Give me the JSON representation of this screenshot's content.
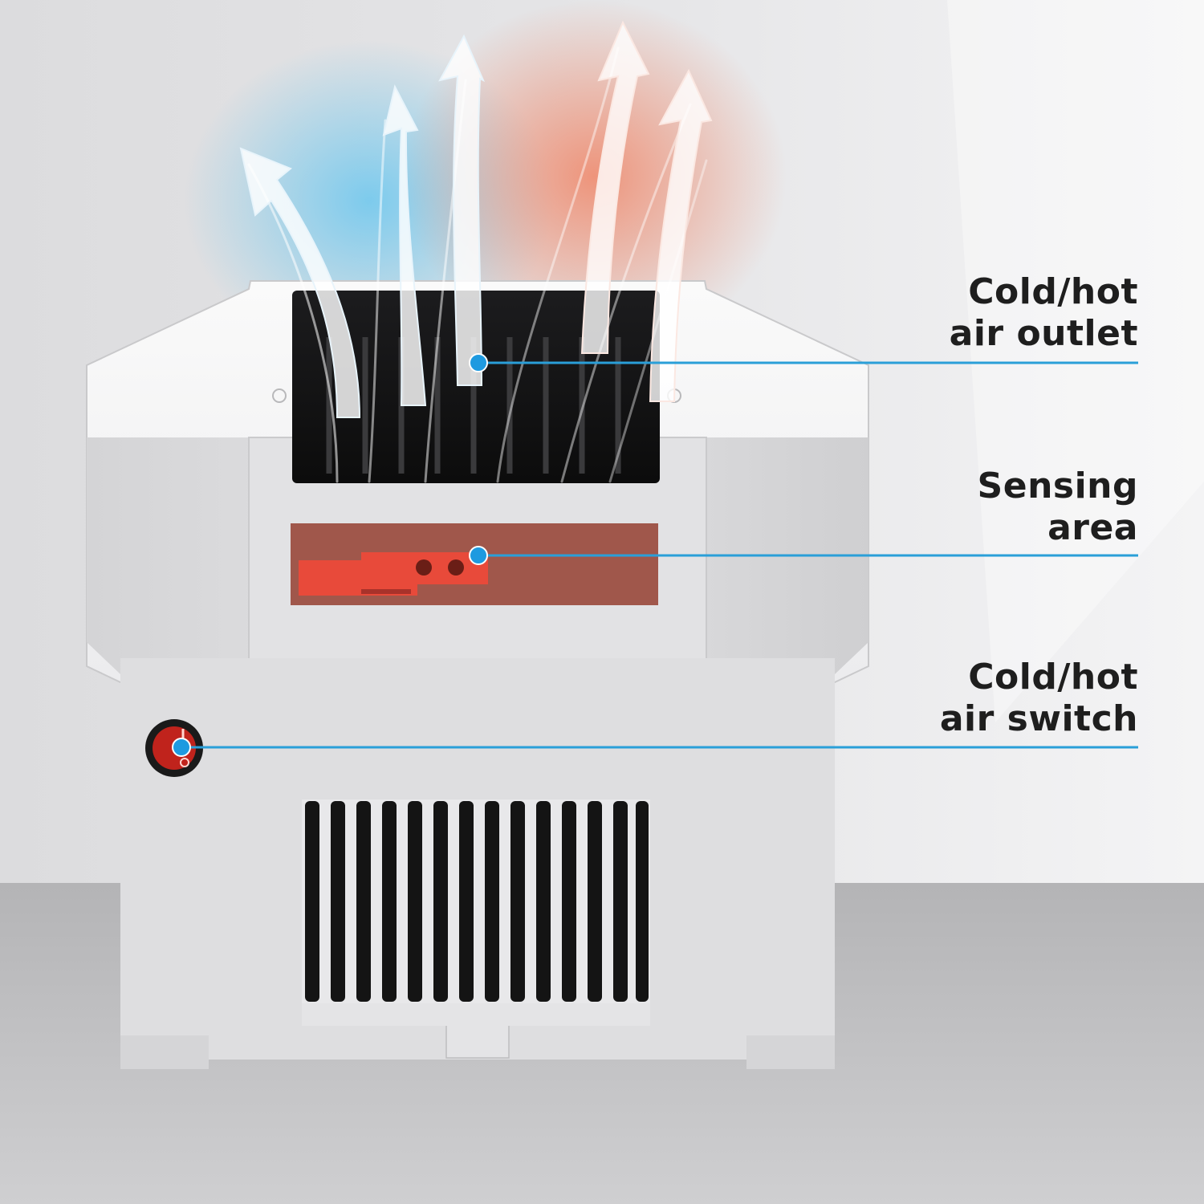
{
  "callouts": [
    {
      "line1": "Cold/hot",
      "line2": "air outlet"
    },
    {
      "line1": "Sensing",
      "line2": "area"
    },
    {
      "line1": "Cold/hot",
      "line2": "air switch"
    }
  ],
  "colors": {
    "accent_line": "#2a9fd8",
    "cold_air": "#5bc3f0",
    "hot_air": "#f08060",
    "sensor_red": "#e84a3a",
    "switch_red": "#c0231c"
  },
  "icons": [
    "cold-air-arrow-icon",
    "hot-air-arrow-icon",
    "power-rocker-switch-icon"
  ]
}
